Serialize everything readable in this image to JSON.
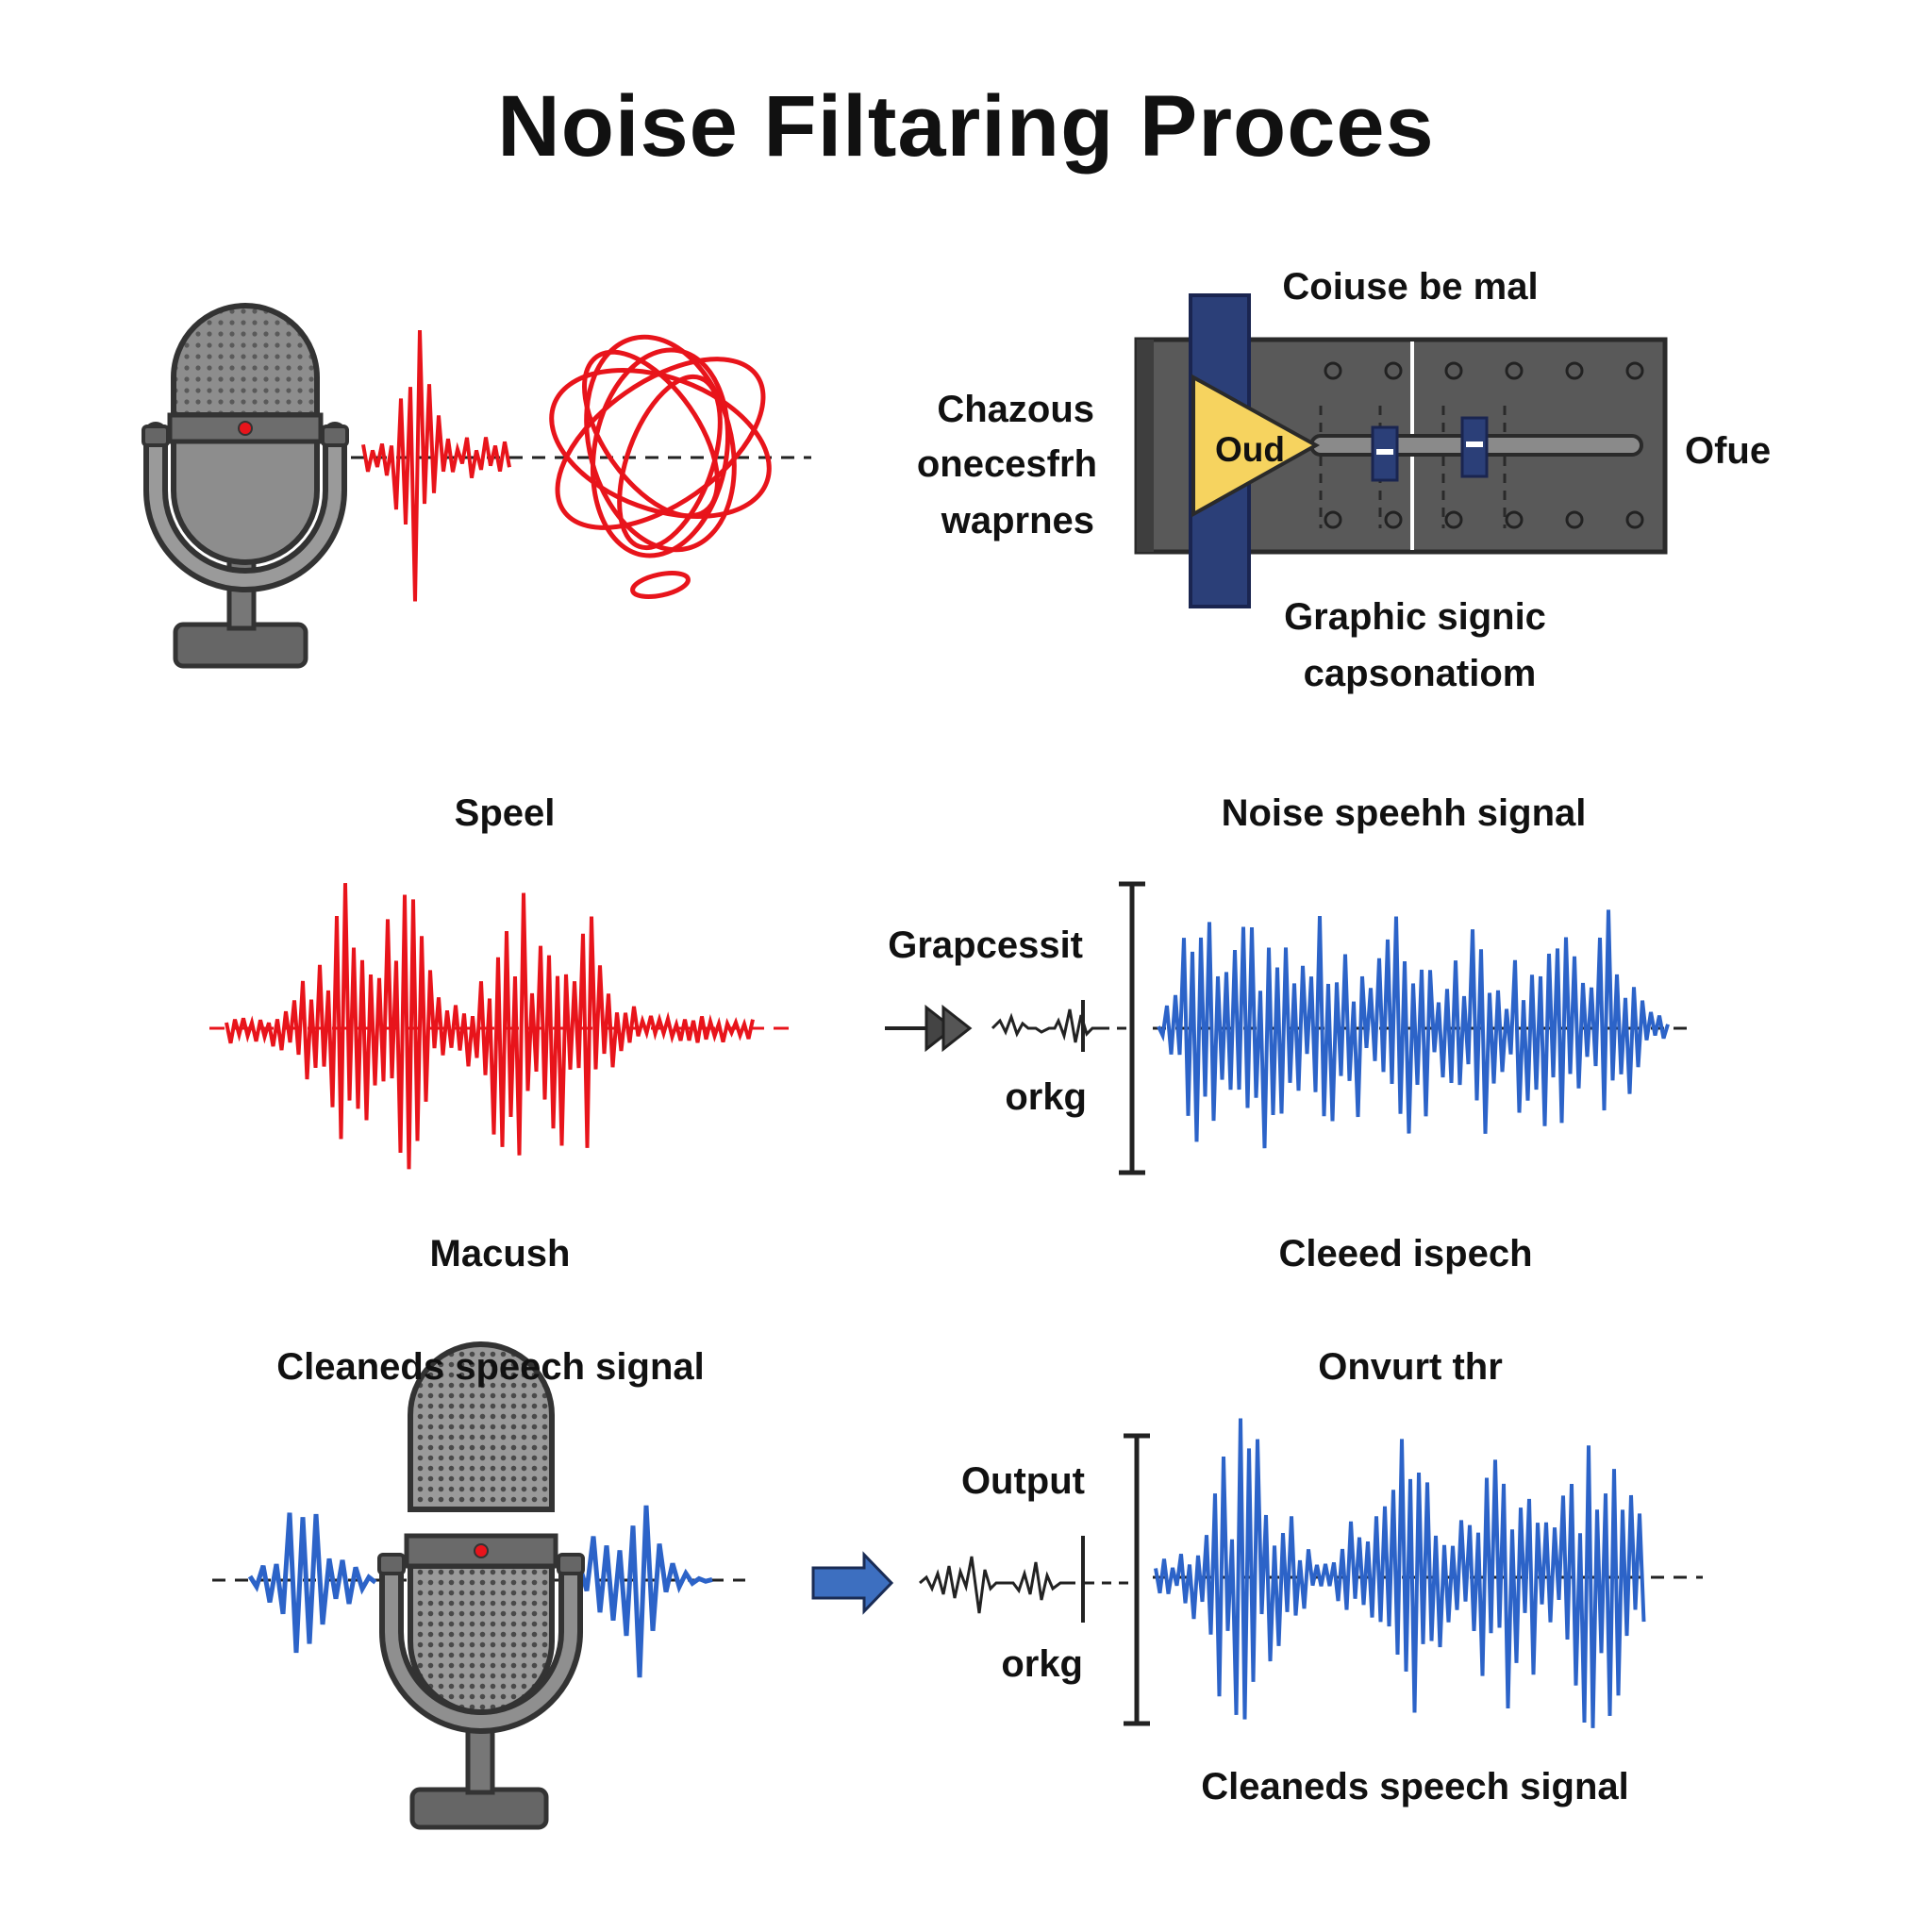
{
  "title": "Noise Filtaring Proces",
  "colors": {
    "noise_red": "#e8141b",
    "clean_blue": "#2c63c8",
    "filter_navy": "#2b3f78",
    "filter_body": "#555555",
    "triangle_yellow": "#f6d35f",
    "mic_gray": "#8a8a8a"
  },
  "panel_top_left": {
    "icons": [
      "microphone-icon",
      "noise-wave",
      "chaotic-noise-scribble"
    ]
  },
  "panel_top_right": {
    "label_top": "Coiuse be mal",
    "label_left": [
      "Chazous",
      "onecesfrh",
      "waprnes"
    ],
    "triangle_label": "Oud",
    "label_right": "Ofue",
    "label_bottom": [
      "Graphic signic",
      "capsonatiom"
    ]
  },
  "panel_mid_left": {
    "label_top": "Speel",
    "label_bottom": "Macush"
  },
  "panel_mid_right": {
    "label_top": "Noise speehh signal",
    "label_upper": "Grapcessit",
    "label_lower": "orkg",
    "label_bottom": "Cleeed ispech"
  },
  "panel_bottom_left": {
    "label_top": "Cleaneds speech signal"
  },
  "panel_bottom_right": {
    "label_top": "Onvurt thr",
    "label_upper": "Output",
    "label_lower": "orkg",
    "label_bottom": "Cleaneds speech signal"
  }
}
